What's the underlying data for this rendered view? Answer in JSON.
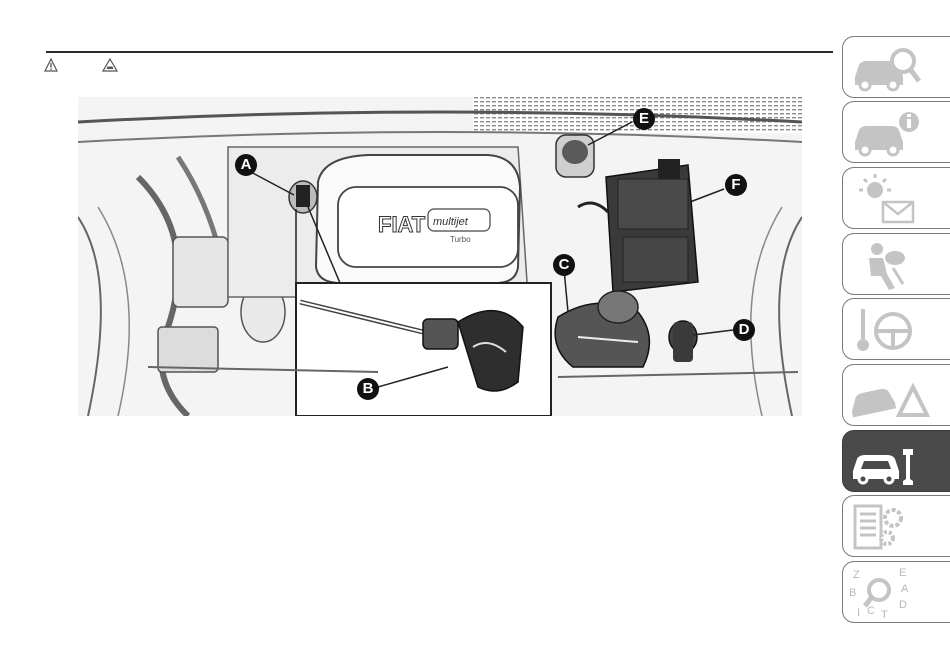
{
  "figure": {
    "callouts": [
      "A",
      "B",
      "C",
      "D",
      "E",
      "F"
    ],
    "engine_cover_brand": "FIAT",
    "engine_badge": "multijet",
    "engine_badge_sub": "Turbo"
  },
  "index": {
    "letters": [
      "Z",
      "E",
      "B",
      "A",
      "I",
      "C",
      "T",
      "D"
    ]
  },
  "colors": {
    "rule": "#2b2b2b",
    "tab_border": "#7a7a7a",
    "tab_icon": "#bdbdbd",
    "active_tab_bg": "#4a4a4a"
  },
  "icons": [
    "warning-triangle-icon",
    "warning-car-icon",
    "car-search-icon",
    "car-info-icon",
    "dashboard-lights-message-icon",
    "airbag-occupant-icon",
    "key-steering-wheel-icon",
    "car-breakdown-warning-icon",
    "car-wrench-icon",
    "document-gear-icon",
    "alphabetical-index-search-icon"
  ],
  "active_tab": "car-wrench"
}
